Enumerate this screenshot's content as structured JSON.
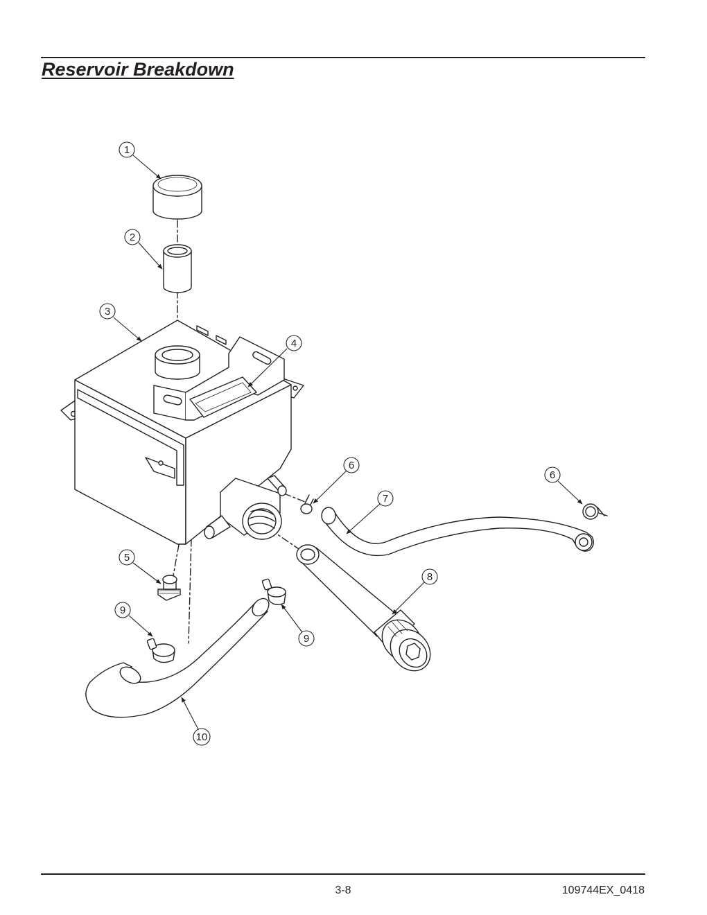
{
  "header": {
    "title": "Reservoir Breakdown"
  },
  "diagram": {
    "callouts": [
      {
        "label": "1"
      },
      {
        "label": "2"
      },
      {
        "label": "3"
      },
      {
        "label": "4"
      },
      {
        "label": "6"
      },
      {
        "label": "7"
      },
      {
        "label": "6"
      },
      {
        "label": "5"
      },
      {
        "label": "8"
      },
      {
        "label": "9"
      },
      {
        "label": "9"
      },
      {
        "label": "10"
      }
    ]
  },
  "footer": {
    "page_number": "3-8",
    "doc_code": "109744EX_0418"
  }
}
